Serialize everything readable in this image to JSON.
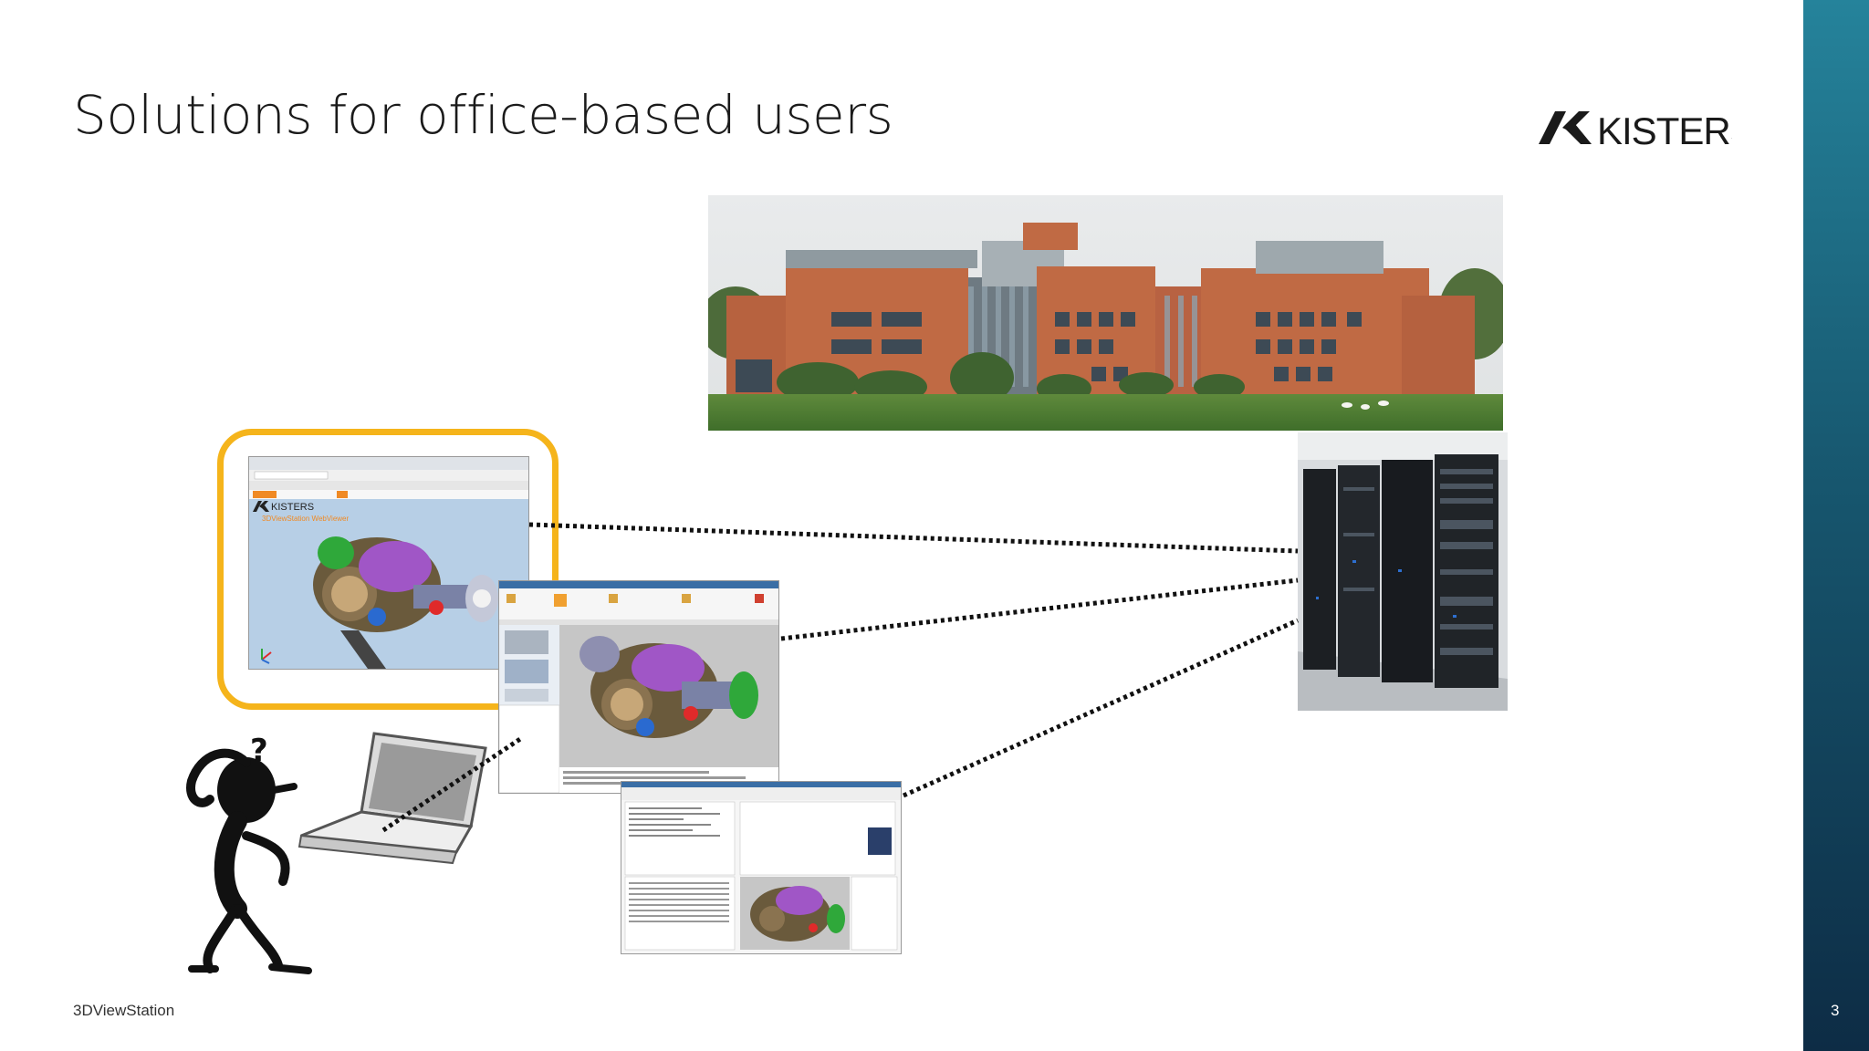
{
  "slide": {
    "title": "Solutions for office-based users",
    "footer": "3DViewStation",
    "page_number": "3"
  },
  "logo": {
    "text": "KISTERS"
  },
  "webviewer": {
    "brand": "KISTERS",
    "product": "3DViewStation WebViewer"
  },
  "person": {
    "question_mark": "?"
  },
  "colors": {
    "highlight": "#f5b41b",
    "sidebar_top": "#25839b",
    "sidebar_bottom": "#0d2c45"
  }
}
